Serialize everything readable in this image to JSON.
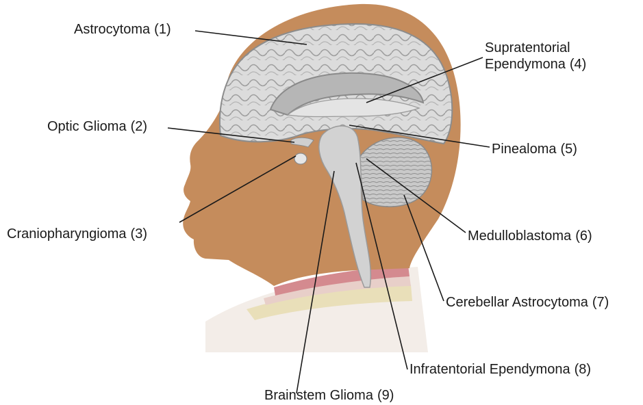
{
  "colors": {
    "skin": "#c58c5c",
    "brain": "#d9d9d9",
    "leader_line": "#1a1a1a",
    "neck_band_pink": "#d48a8f",
    "neck_band_yellow": "#e6ddb4"
  },
  "labels": [
    {
      "id": "astrocytoma",
      "text": "Astrocytoma",
      "num": "(1)"
    },
    {
      "id": "optic-glioma",
      "text": "Optic Glioma",
      "num": "(2)"
    },
    {
      "id": "craniopharyngioma",
      "text": "Craniopharyngioma",
      "num": "(3)"
    },
    {
      "id": "supratentorial-ependymona",
      "text_line1": "Supratentorial",
      "text_line2": "Ependymona",
      "num": "(4)"
    },
    {
      "id": "pinealoma",
      "text": "Pinealoma",
      "num": "(5)"
    },
    {
      "id": "medulloblastoma",
      "text": "Medulloblastoma",
      "num": "(6)"
    },
    {
      "id": "cerebellar-astrocytoma",
      "text": "Cerebellar Astrocytoma",
      "num": "(7)"
    },
    {
      "id": "infratentorial-ependymona",
      "text": "Infratentorial Ependymona",
      "num": "(8)"
    },
    {
      "id": "brainstem-glioma",
      "text": "Brainstem Glioma",
      "num": "(9)"
    }
  ]
}
